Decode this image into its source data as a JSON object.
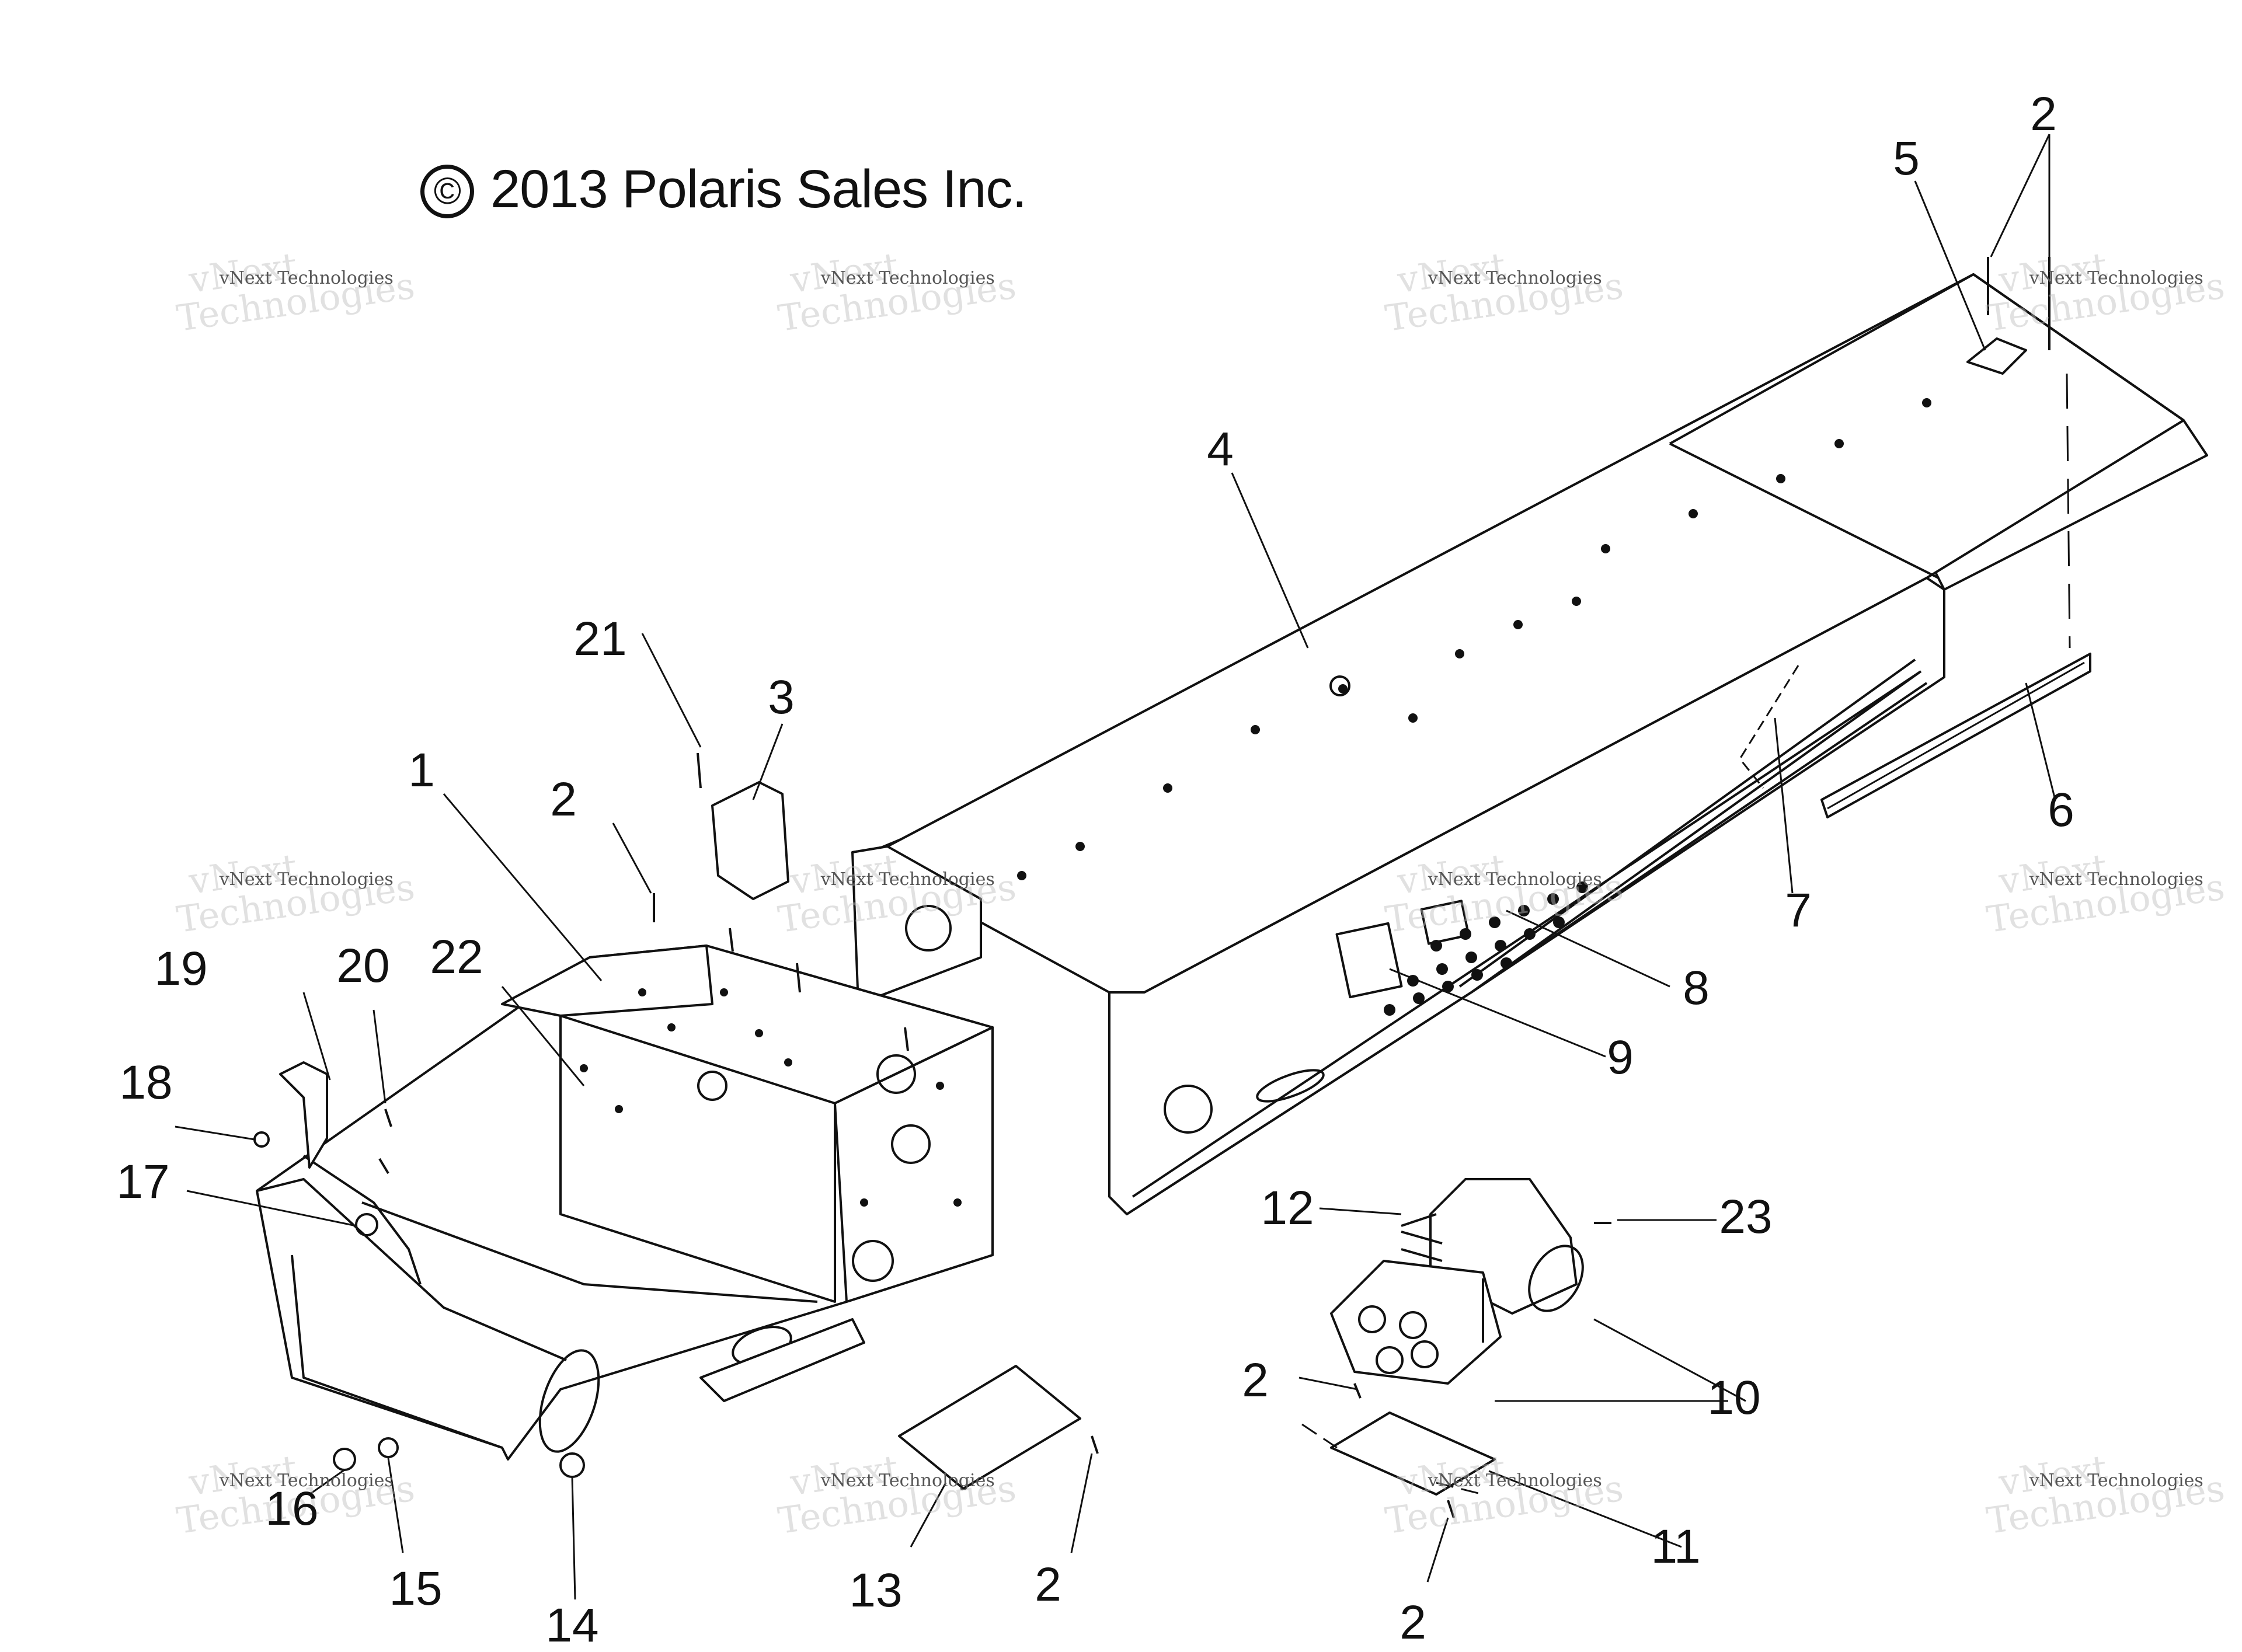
{
  "copyright": {
    "symbol": "©",
    "text": "2013 Polaris Sales Inc."
  },
  "watermark": {
    "line1": "vNext Technologies",
    "line2": "vNext",
    "line3": "Technologies"
  },
  "callouts": [
    {
      "id": "c1",
      "label": "1"
    },
    {
      "id": "c2a",
      "label": "2"
    },
    {
      "id": "c2b",
      "label": "2"
    },
    {
      "id": "c2c",
      "label": "2"
    },
    {
      "id": "c2d",
      "label": "2"
    },
    {
      "id": "c2e",
      "label": "2"
    },
    {
      "id": "c3",
      "label": "3"
    },
    {
      "id": "c4",
      "label": "4"
    },
    {
      "id": "c5",
      "label": "5"
    },
    {
      "id": "c6",
      "label": "6"
    },
    {
      "id": "c7",
      "label": "7"
    },
    {
      "id": "c8",
      "label": "8"
    },
    {
      "id": "c9",
      "label": "9"
    },
    {
      "id": "c10",
      "label": "10"
    },
    {
      "id": "c11",
      "label": "11"
    },
    {
      "id": "c12",
      "label": "12"
    },
    {
      "id": "c13",
      "label": "13"
    },
    {
      "id": "c14",
      "label": "14"
    },
    {
      "id": "c15",
      "label": "15"
    },
    {
      "id": "c16",
      "label": "16"
    },
    {
      "id": "c17",
      "label": "17"
    },
    {
      "id": "c18",
      "label": "18"
    },
    {
      "id": "c19",
      "label": "19"
    },
    {
      "id": "c20",
      "label": "20"
    },
    {
      "id": "c21",
      "label": "21"
    },
    {
      "id": "c22",
      "label": "22"
    },
    {
      "id": "c23",
      "label": "23"
    }
  ]
}
